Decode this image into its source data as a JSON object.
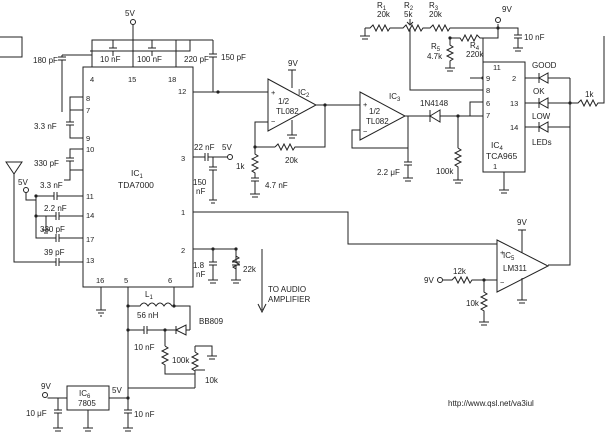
{
  "ic1": {
    "name": "IC",
    "sub": "1",
    "part": "TDA7000",
    "pins": {
      "p4": "4",
      "p15": "15",
      "p18": "18",
      "p12": "12",
      "p8": "8",
      "p7": "7",
      "p9": "9",
      "p10": "10",
      "p11": "11",
      "p14": "14",
      "p17": "17",
      "p13": "13",
      "p3": "3",
      "p1": "1",
      "p2": "2",
      "p16": "16",
      "p5": "5",
      "p6": "6"
    }
  },
  "ic2": {
    "name": "IC",
    "sub": "2",
    "frac": "1/2",
    "part": "TL082"
  },
  "ic3": {
    "name": "IC",
    "sub": "3",
    "frac": "1/2",
    "part": "TL082"
  },
  "ic4": {
    "name": "IC",
    "sub": "4",
    "part": "TCA965",
    "pins": {
      "p11": "11",
      "p9": "9",
      "p8": "8",
      "p6": "6",
      "p7": "7",
      "p1": "1",
      "p2": "2",
      "p13": "13",
      "p14": "14"
    }
  },
  "ic5": {
    "name": "IC",
    "sub": "5",
    "part": "LM311"
  },
  "ic6": {
    "name": "IC",
    "sub": "6",
    "part": "7805"
  },
  "supply": {
    "v5": "5V",
    "v9": "9V"
  },
  "caps": {
    "c180p": "180 pF",
    "c10n_top": "10 nF",
    "c100n": "100 nF",
    "c220p": "220 pF",
    "c150p": "150 pF",
    "c3n3_p7": "3.3 nF",
    "c330p": "330 pF",
    "c3n3_p11": "3.3 nF",
    "c2n2_p14": "2.2 nF",
    "c330p_p17": "330 pF",
    "c39p": "39 pF",
    "c22n": "22 nF",
    "c150n_v": "150",
    "c150n_unit": "nF",
    "c4n7": "4.7 nF",
    "c2u2": "2.2 μF",
    "c1n8": "1.8",
    "c1n8_unit": "nF",
    "c10n_r": "10 nF",
    "c10n_bb": "10 nF",
    "c10u": "10 μF",
    "c10n_reg": "10 nF"
  },
  "resistors": {
    "r1k_ic2": "1k",
    "r20k_fb": "20k",
    "r100k": "100k",
    "r22k": "22k",
    "r1k_led": "1k",
    "r12k": "12k",
    "r10k_div": "10k",
    "r100k_bb": "100k",
    "r10k_pot": "10k",
    "r1": "R",
    "r1_sub": "1",
    "r1_val": "20k",
    "r2": "R",
    "r2_sub": "2",
    "r2_val": "5k",
    "r3": "R",
    "r3_sub": "3",
    "r3_val": "20k",
    "r4": "R",
    "r4_sub": "4",
    "r4_val": "220k",
    "r5": "R",
    "r5_sub": "5",
    "r5_val": "4.7k"
  },
  "diodes": {
    "d1": "1N4148",
    "varicap": "BB809"
  },
  "inductor": {
    "name": "L",
    "sub": "1",
    "value": "56 nH"
  },
  "leds": {
    "good": "GOOD",
    "ok": "OK",
    "low": "LOW",
    "leds": "LEDs"
  },
  "amp": {
    "line1": "TO AUDIO",
    "line2": "AMPLIFIER"
  },
  "url": "http://www.qsl.net/va3iul"
}
